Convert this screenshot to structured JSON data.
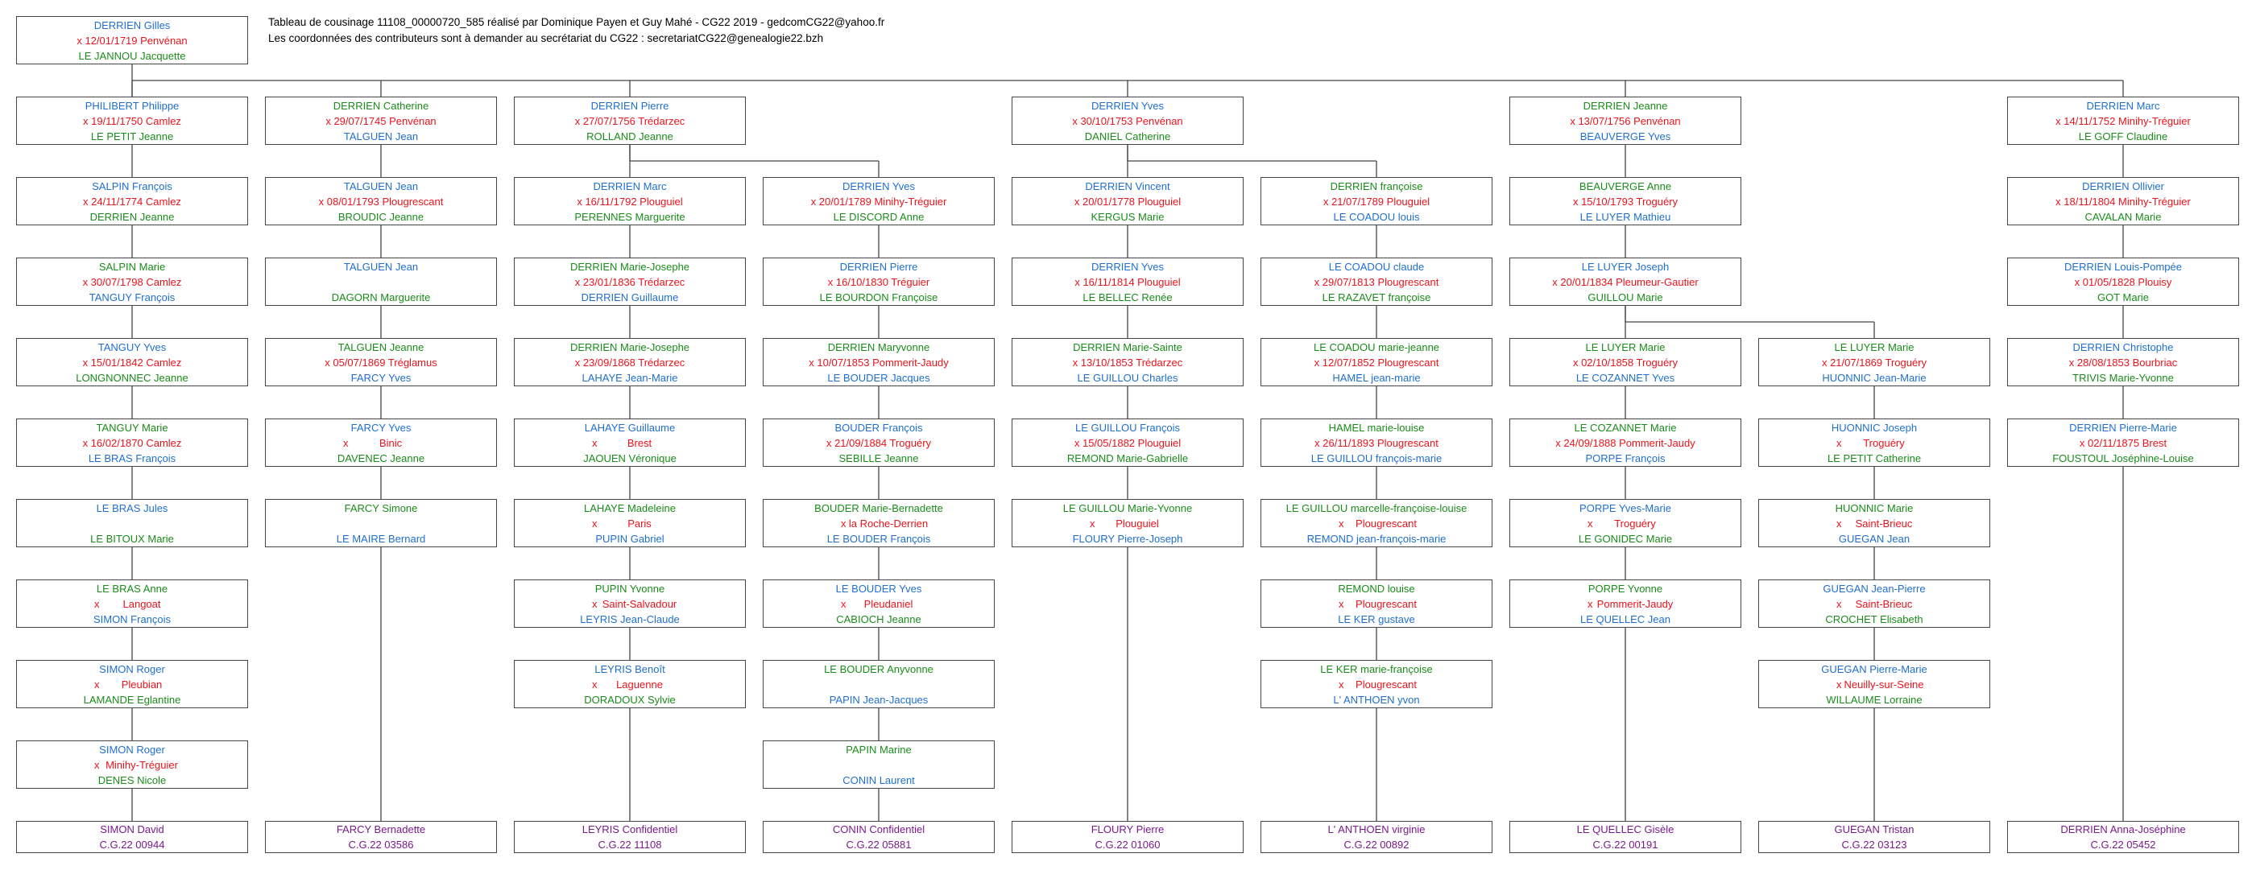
{
  "header": {
    "line1": "Tableau de cousinage 11108_00000720_585 réalisé par Dominique Payen et Guy Mahé - CG22 2019 - gedcomCG22@yahoo.fr",
    "line2": "Les coordonnées des contributeurs sont à demander au secrétariat du CG22 :  secretariatCG22@genealogie22.bzh"
  },
  "colors": {
    "blue": "#1f6fcf",
    "red": "#e8141c",
    "green": "#1a8c1a",
    "purple": "#7a1a8c",
    "line": "#444444"
  },
  "root": {
    "l1": "DERRIEN Gilles",
    "l2": "x 12/01/1719 Penvénan",
    "l3": "LE JANNOU Jacquette",
    "c1": "blue",
    "c3": "green"
  },
  "columns": [
    {
      "boxes": [
        {
          "l1": "PHILIBERT Philippe",
          "l2": "x 19/11/1750 Camlez",
          "l3": "LE PETIT Jeanne",
          "c1": "blue",
          "c3": "green"
        },
        {
          "l1": "SALPIN François",
          "l2": "x 24/11/1774 Camlez",
          "l3": "DERRIEN Jeanne",
          "c1": "blue",
          "c3": "green"
        },
        {
          "l1": "SALPIN Marie",
          "l2": "x 30/07/1798 Camlez",
          "l3": "TANGUY François",
          "c1": "green",
          "c3": "blue"
        },
        {
          "l1": "TANGUY Yves",
          "l2": "x 15/01/1842 Camlez",
          "l3": "LONGNONNEC Jeanne",
          "c1": "blue",
          "c3": "green"
        },
        {
          "l1": "TANGUY Marie",
          "l2": "x 16/02/1870 Camlez",
          "l3": "LE BRAS François",
          "c1": "green",
          "c3": "blue"
        },
        {
          "l1": "LE BRAS Jules",
          "l2": "",
          "l3": "LE BITOUX Marie",
          "c1": "blue",
          "c3": "green"
        },
        {
          "l1": "LE BRAS Anne",
          "l2": "Langoat",
          "l3": "SIMON François",
          "c1": "green",
          "c3": "blue",
          "sp": true
        },
        {
          "l1": "SIMON Roger",
          "l2": "Pleubian",
          "l3": "LAMANDE Eglantine",
          "c1": "blue",
          "c3": "green",
          "sp": true
        },
        {
          "l1": "SIMON Roger",
          "l2": "Minihy-Tréguier",
          "l3": "DENES Nicole",
          "c1": "blue",
          "c3": "green",
          "sp": true
        }
      ],
      "final": {
        "name": "SIMON David",
        "code": "C.G.22 00944"
      }
    },
    {
      "boxes": [
        {
          "l1": "DERRIEN Catherine",
          "l2": "x 29/07/1745 Penvénan",
          "l3": "TALGUEN Jean",
          "c1": "green",
          "c3": "blue"
        },
        {
          "l1": "TALGUEN Jean",
          "l2": "x 08/01/1793 Plougrescant",
          "l3": "BROUDIC Jeanne",
          "c1": "blue",
          "c3": "green"
        },
        {
          "l1": "TALGUEN Jean",
          "l2": "",
          "l3": "DAGORN Marguerite",
          "c1": "blue",
          "c3": "green"
        },
        {
          "l1": "TALGUEN Jeanne",
          "l2": "x 05/07/1869 Tréglamus",
          "l3": "FARCY Yves",
          "c1": "green",
          "c3": "blue"
        },
        {
          "l1": "FARCY Yves",
          "l2": "Binic",
          "l3": "DAVENEC Jeanne",
          "c1": "blue",
          "c3": "green",
          "sp": true
        },
        {
          "l1": "FARCY Simone",
          "l2": "",
          "l3": "LE MAIRE Bernard",
          "c1": "green",
          "c3": "blue"
        }
      ],
      "final": {
        "name": "FARCY Bernadette",
        "code": "C.G.22 03586"
      }
    },
    {
      "boxes": [
        {
          "l1": "DERRIEN Pierre",
          "l2": "x 27/07/1756 Trédarzec",
          "l3": "ROLLAND Jeanne",
          "c1": "blue",
          "c3": "green"
        },
        {
          "l1": "DERRIEN Marc",
          "l2": "x 16/11/1792 Plouguiel",
          "l3": "PERENNES Marguerite",
          "c1": "blue",
          "c3": "green"
        },
        {
          "l1": "DERRIEN Marie-Josephe",
          "l2": "x 23/01/1836 Trédarzec",
          "l3": "DERRIEN Guillaume",
          "c1": "green",
          "c3": "blue"
        },
        {
          "l1": "DERRIEN Marie-Josephe",
          "l2": "x 23/09/1868 Trédarzec",
          "l3": "LAHAYE Jean-Marie",
          "c1": "green",
          "c3": "blue"
        },
        {
          "l1": "LAHAYE Guillaume",
          "l2": "Brest",
          "l3": "JAOUEN Véronique",
          "c1": "blue",
          "c3": "green",
          "sp": true
        },
        {
          "l1": "LAHAYE Madeleine",
          "l2": "Paris",
          "l3": "PUPIN Gabriel",
          "c1": "green",
          "c3": "blue",
          "sp": true
        },
        {
          "l1": "PUPIN Yvonne",
          "l2": "Saint-Salvadour",
          "l3": "LEYRIS Jean-Claude",
          "c1": "green",
          "c3": "blue",
          "sp": true
        },
        {
          "l1": "LEYRIS Benoît",
          "l2": "Laguenne",
          "l3": "DORADOUX Sylvie",
          "c1": "blue",
          "c3": "green",
          "sp": true
        }
      ],
      "final": {
        "name": "LEYRIS Confidentiel",
        "code": "C.G.22 11108"
      }
    },
    {
      "boxes": [
        {
          "l1": "DERRIEN Yves",
          "l2": "x 20/01/1789 Minihy-Tréguier",
          "l3": "LE DISCORD Anne",
          "c1": "blue",
          "c3": "green"
        },
        {
          "l1": "DERRIEN Pierre",
          "l2": "x 16/10/1830 Tréguier",
          "l3": "LE BOURDON Françoise",
          "c1": "blue",
          "c3": "green"
        },
        {
          "l1": "DERRIEN Maryvonne",
          "l2": "x 10/07/1853 Pommerit-Jaudy",
          "l3": "LE BOUDER Jacques",
          "c1": "green",
          "c3": "blue"
        },
        {
          "l1": "BOUDER François",
          "l2": "x 21/09/1884 Troguéry",
          "l3": "SEBILLE Jeanne",
          "c1": "blue",
          "c3": "green"
        },
        {
          "l1": "BOUDER Marie-Bernadette",
          "l2": "la Roche-Derrien",
          "l3": "LE BOUDER François",
          "c1": "green",
          "c3": "blue",
          "sp": true
        },
        {
          "l1": "LE BOUDER Yves",
          "l2": "Pleudaniel",
          "l3": "CABIOCH Jeanne",
          "c1": "blue",
          "c3": "green",
          "sp": true
        },
        {
          "l1": "LE BOUDER Anyvonne",
          "l2": "",
          "l3": "PAPIN Jean-Jacques",
          "c1": "green",
          "c3": "blue"
        },
        {
          "l1": "PAPIN Marine",
          "l2": "",
          "l3": "CONIN Laurent",
          "c1": "green",
          "c3": "blue"
        }
      ],
      "final": {
        "name": "CONIN Confidentiel",
        "code": "C.G.22 05881"
      }
    },
    {
      "boxes": [
        {
          "l1": "DERRIEN Yves",
          "l2": "x 30/10/1753 Penvénan",
          "l3": "DANIEL Catherine",
          "c1": "blue",
          "c3": "green"
        },
        {
          "l1": "DERRIEN Vincent",
          "l2": "x 20/01/1778 Plouguiel",
          "l3": "KERGUS Marie",
          "c1": "blue",
          "c3": "green"
        },
        {
          "l1": "DERRIEN Yves",
          "l2": "x 16/11/1814 Plouguiel",
          "l3": "LE BELLEC Renée",
          "c1": "blue",
          "c3": "green"
        },
        {
          "l1": "DERRIEN Marie-Sainte",
          "l2": "x 13/10/1853 Trédarzec",
          "l3": "LE GUILLOU Charles",
          "c1": "green",
          "c3": "blue"
        },
        {
          "l1": "LE GUILLOU François",
          "l2": "x 15/05/1882 Plouguiel",
          "l3": "REMOND Marie-Gabrielle",
          "c1": "blue",
          "c3": "green"
        },
        {
          "l1": "LE GUILLOU Marie-Yvonne",
          "l2": "Plouguiel",
          "l3": "FLOURY Pierre-Joseph",
          "c1": "green",
          "c3": "blue",
          "sp": true
        }
      ],
      "final": {
        "name": "FLOURY Pierre",
        "code": "C.G.22 01060"
      }
    },
    {
      "boxes": [
        {
          "l1": "DERRIEN françoise",
          "l2": "x 21/07/1789 Plouguiel",
          "l3": "LE COADOU louis",
          "c1": "green",
          "c3": "blue"
        },
        {
          "l1": "LE COADOU claude",
          "l2": "x 29/07/1813 Plougrescant",
          "l3": "LE RAZAVET françoise",
          "c1": "blue",
          "c3": "green"
        },
        {
          "l1": "LE COADOU marie-jeanne",
          "l2": "x 12/07/1852 Plougrescant",
          "l3": "HAMEL jean-marie",
          "c1": "green",
          "c3": "blue"
        },
        {
          "l1": "HAMEL marie-louise",
          "l2": "x 26/11/1893 Plougrescant",
          "l3": "LE GUILLOU françois-marie",
          "c1": "green",
          "c3": "blue"
        },
        {
          "l1": "LE GUILLOU marcelle-françoise-louise",
          "l2": "Plougrescant",
          "l3": "REMOND jean-françois-marie",
          "c1": "green",
          "c3": "blue",
          "sp": true
        },
        {
          "l1": "REMOND louise",
          "l2": "Plougrescant",
          "l3": "LE KER gustave",
          "c1": "green",
          "c3": "blue",
          "sp": true
        },
        {
          "l1": "LE KER marie-françoise",
          "l2": "Plougrescant",
          "l3": "L' ANTHOEN yvon",
          "c1": "green",
          "c3": "blue",
          "sp": true
        }
      ],
      "final": {
        "name": "L' ANTHOEN virginie",
        "code": "C.G.22 00892"
      }
    },
    {
      "boxes": [
        {
          "l1": "DERRIEN Jeanne",
          "l2": "x 13/07/1756 Penvénan",
          "l3": "BEAUVERGE Yves",
          "c1": "green",
          "c3": "blue"
        },
        {
          "l1": "BEAUVERGE Anne",
          "l2": "x 15/10/1793 Troguéry",
          "l3": "LE LUYER Mathieu",
          "c1": "green",
          "c3": "blue"
        },
        {
          "l1": "LE LUYER Joseph",
          "l2": "x 20/01/1834 Pleumeur-Gautier",
          "l3": "GUILLOU Marie",
          "c1": "blue",
          "c3": "green"
        },
        {
          "l1": "LE LUYER Marie",
          "l2": "x 02/10/1858 Troguéry",
          "l3": "LE COZANNET Yves",
          "c1": "green",
          "c3": "blue"
        },
        {
          "l1": "LE COZANNET Marie",
          "l2": "x 24/09/1888 Pommerit-Jaudy",
          "l3": "PORPE François",
          "c1": "green",
          "c3": "blue"
        },
        {
          "l1": "PORPE Yves-Marie",
          "l2": "Troguéry",
          "l3": "LE GONIDEC Marie",
          "c1": "blue",
          "c3": "green",
          "sp": true
        },
        {
          "l1": "PORPE Yvonne",
          "l2": "Pommerit-Jaudy",
          "l3": "LE QUELLEC Jean",
          "c1": "green",
          "c3": "blue",
          "sp": true
        }
      ],
      "final": {
        "name": "LE QUELLEC Gisèle",
        "code": "C.G.22 00191"
      }
    },
    {
      "boxes": [
        {
          "l1": "LE LUYER Marie",
          "l2": "x 21/07/1869 Troguéry",
          "l3": "HUONNIC Jean-Marie",
          "c1": "green",
          "c3": "blue"
        },
        {
          "l1": "HUONNIC Joseph",
          "l2": "Troguéry",
          "l3": "LE PETIT Catherine",
          "c1": "blue",
          "c3": "green",
          "sp": true
        },
        {
          "l1": "HUONNIC Marie",
          "l2": "Saint-Brieuc",
          "l3": "GUEGAN Jean",
          "c1": "green",
          "c3": "blue",
          "sp": true
        },
        {
          "l1": "GUEGAN Jean-Pierre",
          "l2": "Saint-Brieuc",
          "l3": "CROCHET Elisabeth",
          "c1": "blue",
          "c3": "green",
          "sp": true
        },
        {
          "l1": "GUEGAN Pierre-Marie",
          "l2": "Neuilly-sur-Seine",
          "l3": "WILLAUME Lorraine",
          "c1": "blue",
          "c3": "green",
          "sp": true
        }
      ],
      "final": {
        "name": "GUEGAN Tristan",
        "code": "C.G.22 03123"
      }
    },
    {
      "boxes": [
        {
          "l1": "DERRIEN Marc",
          "l2": "x 14/11/1752 Minihy-Tréguier",
          "l3": "LE GOFF Claudine",
          "c1": "blue",
          "c3": "green"
        },
        {
          "l1": "DERRIEN Ollivier",
          "l2": "x 18/11/1804 Minihy-Tréguier",
          "l3": "CAVALAN Marie",
          "c1": "blue",
          "c3": "green"
        },
        {
          "l1": "DERRIEN Louis-Pompée",
          "l2": "x 01/05/1828 Plouisy",
          "l3": "GOT Marie",
          "c1": "blue",
          "c3": "green"
        },
        {
          "l1": "DERRIEN Christophe",
          "l2": "x 28/08/1853 Bourbriac",
          "l3": "TRIVIS Marie-Yvonne",
          "c1": "blue",
          "c3": "green"
        },
        {
          "l1": "DERRIEN Pierre-Marie",
          "l2": "x 02/11/1875 Brest",
          "l3": "FOUSTOUL Joséphine-Louise",
          "c1": "blue",
          "c3": "green"
        }
      ],
      "final": {
        "name": "DERRIEN Anna-Joséphine",
        "code": "C.G.22 05452"
      }
    }
  ]
}
